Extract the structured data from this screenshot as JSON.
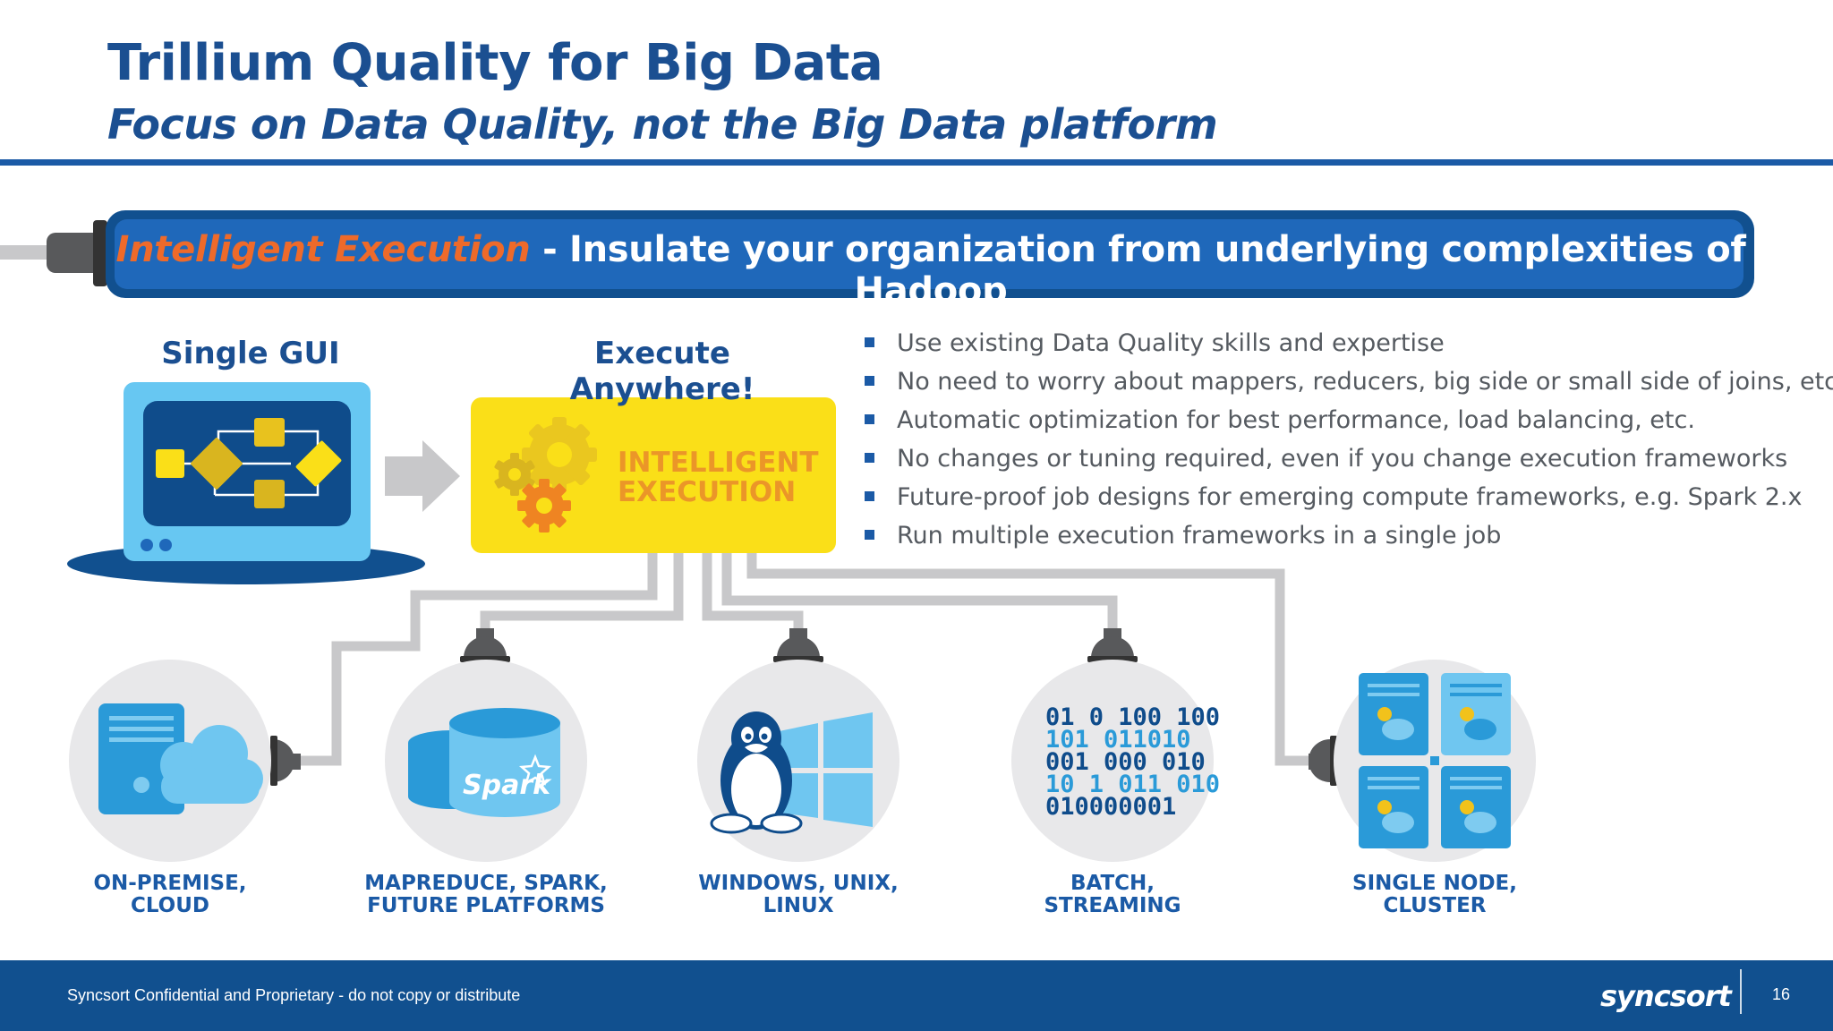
{
  "slide": {
    "title": "Trillium Quality for Big Data",
    "subtitle": "Focus on Data Quality, not the Big Data platform"
  },
  "banner": {
    "accent_text": "Intelligent Execution",
    "text": " - Insulate your organization from underlying complexities of Hadoop"
  },
  "diagram": {
    "single_gui_label": "Single GUI",
    "execute_anywhere_label": "Execute Anywhere!",
    "engine_label_line1": "INTELLIGENT",
    "engine_label_line2": "EXECUTION",
    "spark_logo_text": "Spark",
    "binary_lines": [
      "01 0 100 100",
      "101 011010",
      "001 000 010",
      "10 1 011 010",
      "010000001"
    ],
    "platforms": [
      {
        "label": "ON-PREMISE,\nCLOUD"
      },
      {
        "label": "MAPREDUCE, SPARK,\nFUTURE PLATFORMS"
      },
      {
        "label": "WINDOWS, UNIX,\nLINUX"
      },
      {
        "label": "BATCH,\nSTREAMING"
      },
      {
        "label": "SINGLE NODE,\nCLUSTER"
      }
    ]
  },
  "bullets": [
    "Use existing Data Quality skills and expertise",
    "No need to worry about mappers, reducers, big side or small side of joins, etc",
    "Automatic optimization for best performance, load balancing, etc.",
    "No changes or tuning required, even if you change execution frameworks",
    "Future-proof job designs for emerging compute frameworks, e.g. Spark 2.x",
    "Run multiple execution frameworks in a single job"
  ],
  "footer": {
    "confidential": "Syncsort Confidential and Proprietary - do not copy or distribute",
    "logo": "syncsort",
    "page_number": "16"
  },
  "colors": {
    "brand_blue": "#1b4f91",
    "accent_orange": "#ee6a2a",
    "engine_yellow": "#fadf18",
    "connector_gray": "#c8c8ca"
  }
}
